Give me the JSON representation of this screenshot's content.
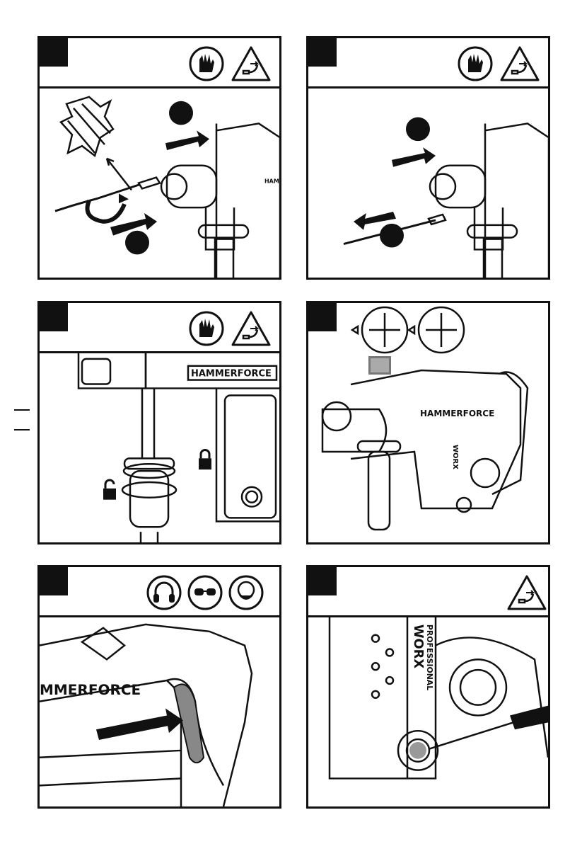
{
  "brand": {
    "hammerforce": "HAMMERFORCE",
    "hammerforce_short": "MMERFORCE",
    "worx": "WORX",
    "professional": "PROFESSIONAL"
  },
  "icons": {
    "gloves": "gloves-icon",
    "unplug": "unplug-warning-icon",
    "ear": "ear-protection-icon",
    "eye": "eye-protection-icon",
    "mask": "dust-mask-icon",
    "lock": "lock-icon",
    "unlock": "unlock-icon",
    "surface": "surface-material-icon"
  },
  "colors": {
    "ink": "#111111",
    "paper": "#ffffff"
  }
}
